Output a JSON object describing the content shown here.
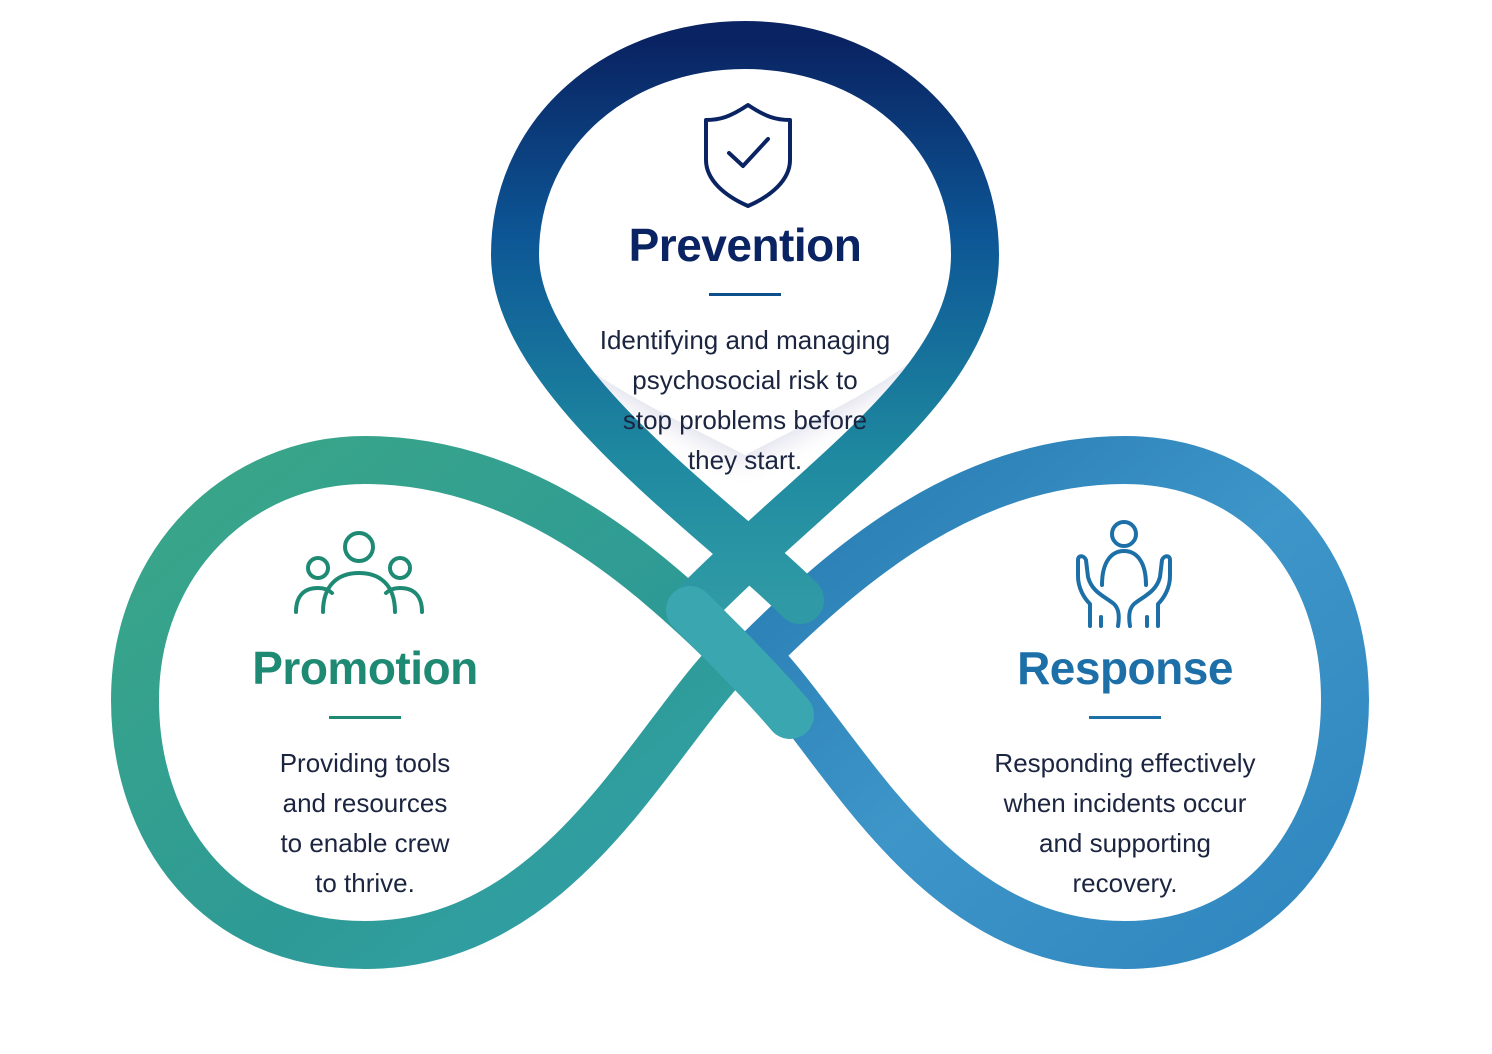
{
  "colors": {
    "navy": "#0a2463",
    "deep_blue": "#0d4f8c",
    "teal": "#1f8a7a",
    "green": "#3aa787",
    "blue": "#2f86bf",
    "text": "#1c2540"
  },
  "sections": {
    "prevention": {
      "icon": "shield-check-icon",
      "title": "Prevention",
      "lines": [
        "Identifying and managing",
        "psychosocial risk to",
        "stop problems before",
        "they start."
      ]
    },
    "promotion": {
      "icon": "people-group-icon",
      "title": "Promotion",
      "lines": [
        "Providing tools",
        "and resources",
        "to enable crew",
        "to thrive."
      ]
    },
    "response": {
      "icon": "hands-holding-person-icon",
      "title": "Response",
      "lines": [
        "Responding effectively",
        "when incidents occur",
        "and supporting",
        "recovery."
      ]
    }
  }
}
